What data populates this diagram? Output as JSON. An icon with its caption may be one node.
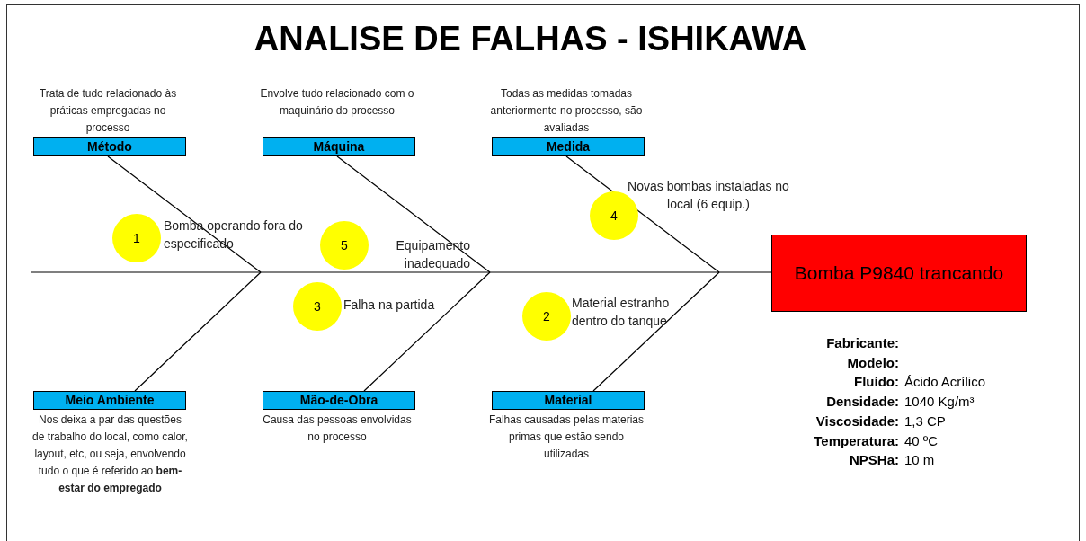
{
  "diagram": {
    "title": "ANALISE DE FALHAS - ISHIKAWA",
    "nodes": [
      {
        "text": [
          "Método"
        ],
        "beside": [
          "Trata de tudo relacionado às práticas empregadas no processo"
        ]
      },
      {
        "text": [
          "Máquina"
        ],
        "beside": [
          "Envolve tudo relacionado com o maquinário do processo"
        ]
      },
      {
        "text": [
          "Medida"
        ],
        "beside": [
          "Todas as medidas tomadas anteriormente no processo, são avaliadas"
        ]
      },
      {
        "text": [
          "4"
        ],
        "beside": [
          "Novas bombas instaladas no local (6 equip.)"
        ]
      },
      {
        "text": [
          "1"
        ],
        "beside": [
          "Bomba operando fora do especificado"
        ]
      },
      {
        "text": [
          "5"
        ],
        "beside": [
          "Equipamento inadequado"
        ]
      },
      {
        "text": [
          "Bomba P9840 trancando"
        ]
      },
      {
        "text": [
          "3"
        ],
        "beside": [
          "Falha na partida"
        ]
      },
      {
        "text": [
          "2"
        ],
        "beside": [
          "Material estranho dentro do tanque"
        ]
      },
      {
        "text": [
          "Meio Ambiente"
        ],
        "beside": [
          "Nos deixa a par das questões de trabalho do local, como calor, layout, etc, ou seja, envolvendo tudo o que é referido ao **bem-estar do empregado**"
        ]
      },
      {
        "text": [
          "Mão-de-Obra"
        ],
        "beside": [
          "Causa das pessoas envolvidas no processo"
        ]
      },
      {
        "text": [
          "Material"
        ],
        "beside": [
          "Falhas causadas pelas materias primas que estão sendo utilizadas"
        ]
      }
    ],
    "edges": [
      {
        "from": null,
        "to": 6,
        "arrow": "none"
      },
      {
        "from": 0,
        "to": null,
        "arrow": "none"
      },
      {
        "from": 1,
        "to": null,
        "arrow": "none"
      },
      {
        "from": 2,
        "to": null,
        "arrow": "none"
      },
      {
        "from": 9,
        "to": null,
        "arrow": "none"
      },
      {
        "from": 10,
        "to": null,
        "arrow": "none"
      },
      {
        "from": 11,
        "to": null,
        "arrow": "none"
      }
    ],
    "labels": [
      "Fabricante:",
      "Modelo:",
      "Fluído:",
      "Ácido Acrílico",
      "Densidade:",
      "1040 Kg/m³",
      "Viscosidade:",
      "1,3 CP",
      "Temperatura:",
      "40 ºC",
      "NPSHa:",
      "10 m"
    ]
  }
}
